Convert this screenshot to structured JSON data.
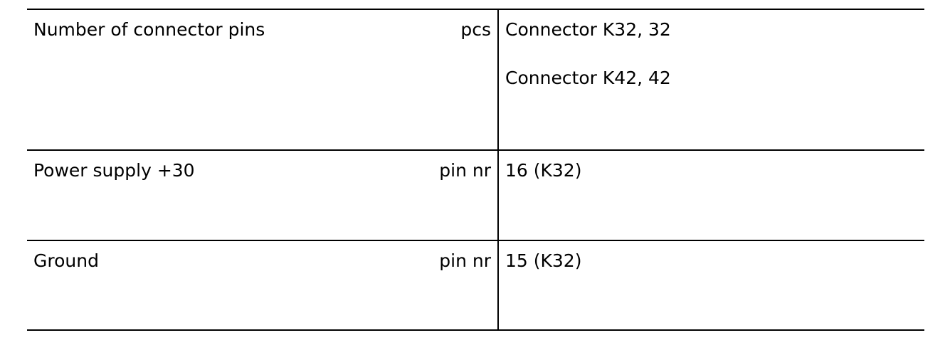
{
  "rows": [
    {
      "parameter": "Number of connector pins",
      "unit": "pcs",
      "values": [
        "Connector K32, 32",
        "Connector K42, 42"
      ]
    },
    {
      "parameter": "Power supply +30",
      "unit": "pin nr",
      "values": [
        "16 (K32)"
      ]
    },
    {
      "parameter": "Ground",
      "unit": "pin nr",
      "values": [
        "15 (K32)"
      ]
    }
  ]
}
